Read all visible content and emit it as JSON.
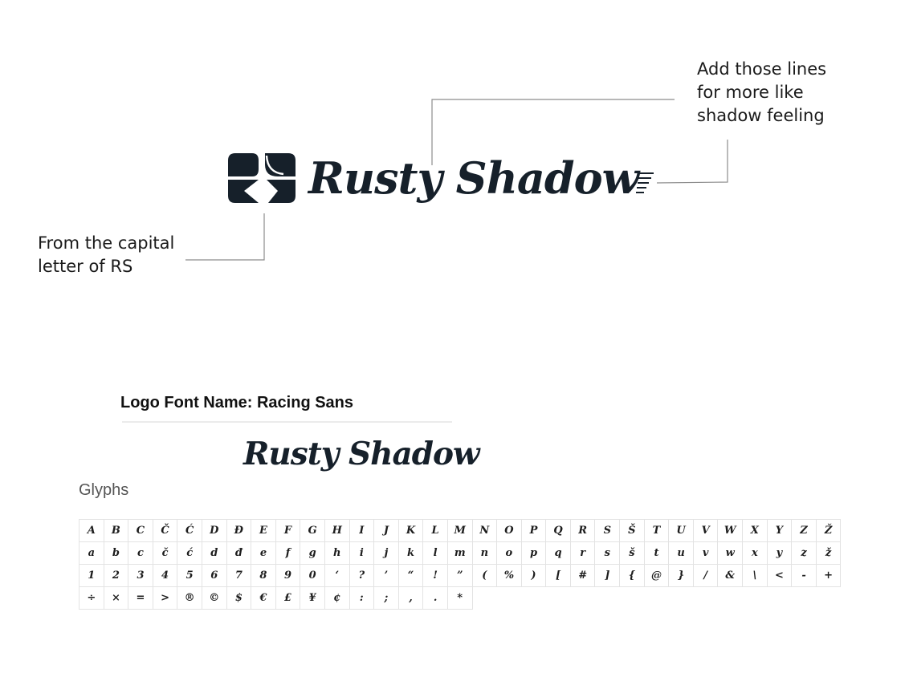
{
  "logo": {
    "wordmark": "Rusty Shadow",
    "icon": "rs-monogram-icon"
  },
  "annotations": {
    "lines_note": [
      "Add those lines",
      "for more like",
      "shadow feeling"
    ],
    "capital_note": [
      "From the capital",
      "letter of RS"
    ]
  },
  "font_section": {
    "font_name": "Logo Font Name: Racing Sans",
    "sample": "Rusty Shadow",
    "glyphs_heading": "Glyphs",
    "glyph_rows": [
      [
        "A",
        "B",
        "C",
        "Č",
        "Ć",
        "D",
        "Đ",
        "E",
        "F",
        "G",
        "H",
        "I",
        "J",
        "K",
        "L",
        "M",
        "N",
        "O",
        "P",
        "Q",
        "R",
        "S",
        "Š",
        "T",
        "U",
        "V",
        "W",
        "X",
        "Y",
        "Z",
        "Ž"
      ],
      [
        "a",
        "b",
        "c",
        "č",
        "ć",
        "d",
        "đ",
        "e",
        "f",
        "g",
        "h",
        "i",
        "j",
        "k",
        "l",
        "m",
        "n",
        "o",
        "p",
        "q",
        "r",
        "s",
        "š",
        "t",
        "u",
        "v",
        "w",
        "x",
        "y",
        "z",
        "ž"
      ],
      [
        "1",
        "2",
        "3",
        "4",
        "5",
        "6",
        "7",
        "8",
        "9",
        "0",
        "‘",
        "?",
        "’",
        "“",
        "!",
        "”",
        "(",
        "%",
        ")",
        "[",
        "#",
        "]",
        "{",
        "@",
        "}",
        "/",
        "&",
        "\\",
        "<",
        "-",
        "+"
      ],
      [
        "÷",
        "×",
        "=",
        ">",
        "®",
        "©",
        "$",
        "€",
        "£",
        "¥",
        "¢",
        ":",
        ";",
        ",",
        ".",
        "*"
      ]
    ]
  },
  "colors": {
    "logo": "#16202a",
    "leader_lines": "#8c8c8c",
    "grid": "#e3e3e3"
  }
}
